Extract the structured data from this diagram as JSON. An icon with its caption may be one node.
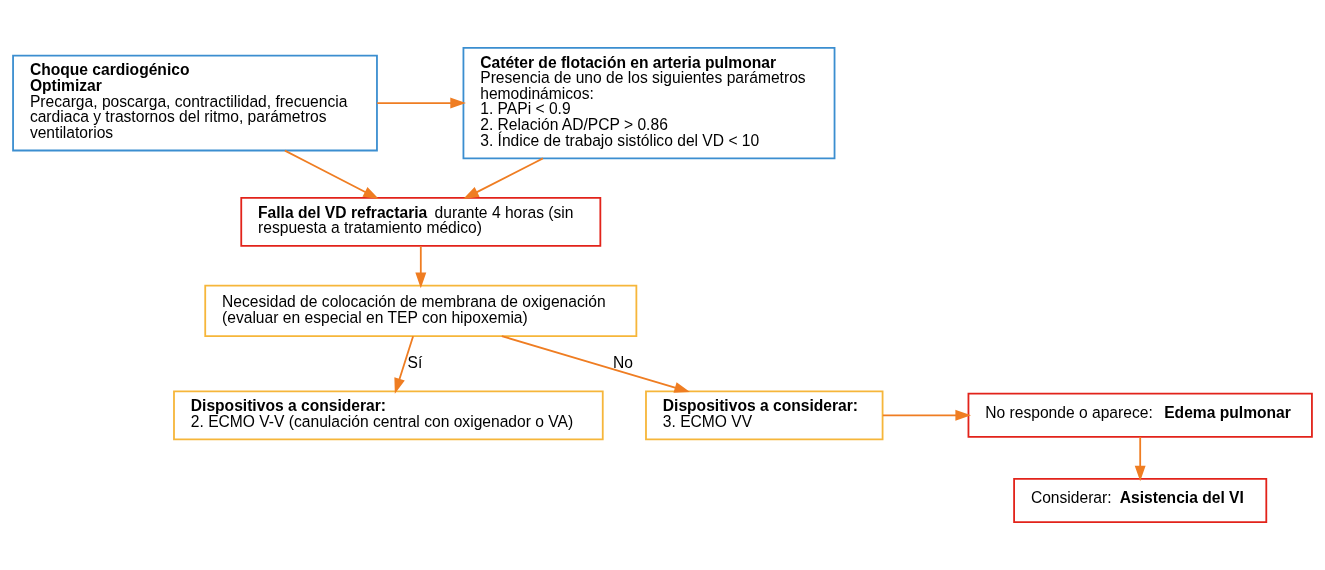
{
  "diagram": {
    "nodes": [
      {
        "text": [
          "Choque cardiogénico",
          "Optimizar",
          "Precarga, poscarga, contractilidad, frecuencia cardiaca y trastornos del ritmo, parámetros ventilatorios"
        ]
      },
      {
        "text": [
          "Catéter de flotación en arteria pulmonar",
          "Presencia de uno de los siguientes parámetros hemodinámicos:",
          "1. PAPi < 0.9",
          "2. Relación AD/PCP > 0.86",
          "3. Índice de trabajo sistólico del VD < 10"
        ]
      },
      {
        "text": [
          "**Falla del VD refractaria** durante 4 horas (sin respuesta a tratamiento médico)"
        ]
      },
      {
        "text": [
          "Necesidad de colocación de membrana de oxigenación (evaluar en especial en TEP con hipoxemia)"
        ]
      },
      {
        "text": [
          "Dispositivos a considerar:",
          "2. ECMO V-V (canulación central con oxigenador o VA)"
        ]
      },
      {
        "text": [
          "Dispositivos a considerar:",
          "3. ECMO VV"
        ]
      },
      {
        "text": [
          "No responde o aparece: **Edema pulmonar**"
        ]
      },
      {
        "text": [
          "Considerar: **Asistencia del VI**"
        ]
      }
    ],
    "edges": [
      {
        "from": 0,
        "to": 1,
        "arrow": "to"
      },
      {
        "from": 0,
        "to": 2,
        "arrow": "to"
      },
      {
        "from": 1,
        "to": 2,
        "arrow": "to"
      },
      {
        "from": 2,
        "to": 3,
        "arrow": "to"
      },
      {
        "from": 3,
        "to": 4,
        "arrow": "to",
        "label": "Sí"
      },
      {
        "from": 3,
        "to": 5,
        "arrow": "to",
        "label": "No"
      },
      {
        "from": 5,
        "to": 6,
        "arrow": "to"
      },
      {
        "from": 6,
        "to": 7,
        "arrow": "to"
      }
    ]
  }
}
